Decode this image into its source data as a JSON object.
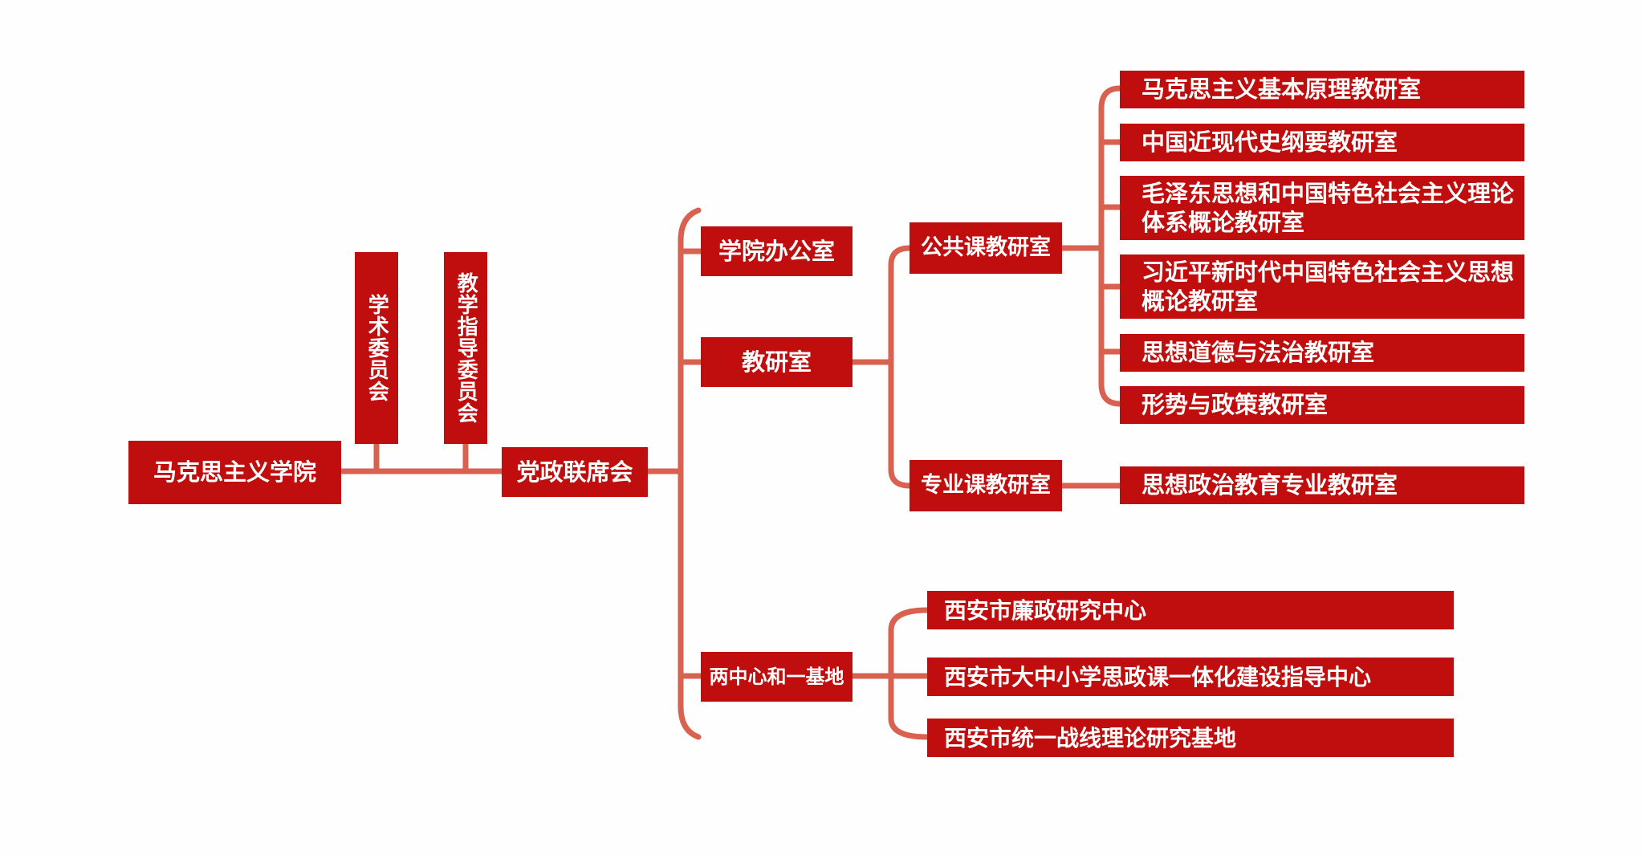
{
  "root": "马克思主义学院",
  "committees": [
    "学术委员会",
    "教学指导委员会"
  ],
  "council": "党政联席会",
  "divisions": {
    "office": "学院办公室",
    "teaching": "教研室",
    "centers": "两中心和一基地"
  },
  "sections": {
    "public": "公共课教研室",
    "major": "专业课教研室"
  },
  "public_offices": [
    "马克思主义基本原理教研室",
    "中国近现代史纲要教研室",
    "毛泽东思想和中国特色社会主义理论体系概论教研室",
    "习近平新时代中国特色社会主义思想概论教研室",
    "思想道德与法治教研室",
    "形势与政策教研室"
  ],
  "major_offices": [
    "思想政治教育专业教研室"
  ],
  "centers": [
    "西安市廉政研究中心",
    "西安市大中小学思政课一体化建设指导中心",
    "西安市统一战线理论研究基地"
  ],
  "colors": {
    "box": "#c00d0d",
    "line": "#d9614f",
    "text": "#ffffff"
  }
}
